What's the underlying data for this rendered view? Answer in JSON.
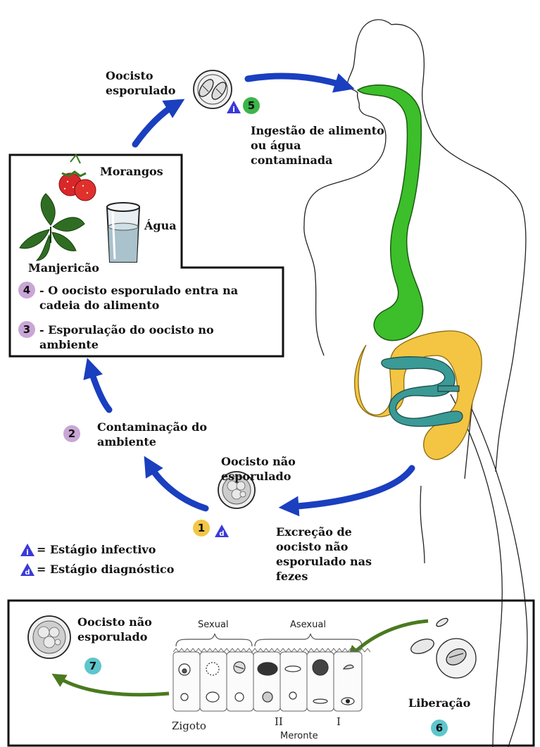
{
  "colors": {
    "cycle_arrow": "#1a3fbf",
    "tract_green": "#3cbf2a",
    "colon_yellow": "#f4c542",
    "small_intestine_teal": "#3a9a96",
    "release_arrow": "#4a7a1e",
    "badge_purple": "#c9a6d6",
    "badge_yellow": "#f2c744",
    "badge_green": "#3cb54a",
    "badge_cyan": "#5ec6cc",
    "triangle_blue": "#3a3ad9"
  },
  "labels": {
    "sporulated_oocyst": "Oocisto esporulado",
    "ingestion": "Ingestão de alimento ou água contaminada",
    "strawberries": "Morangos",
    "water": "Água",
    "basil": "Manjericão",
    "step4": "- O oocisto esporulado entra na cadeia do alimento",
    "step3": "- Esporulação do oocisto no ambiente",
    "contamination": "Contaminação do ambiente",
    "unsporulated_oocyst": "Oocisto não esporulado",
    "excretion": "Excreção de oocisto não esporulado nas fezes",
    "legend_infective": "= Estágio infectivo",
    "legend_diagnostic": "= Estágio diagnóstico",
    "bottom_oocyst": "Oocisto não esporulado",
    "sexual": "Sexual",
    "asexual": "Asexual",
    "release": "Liberação",
    "zygote": "Zigoto",
    "roman_two": "II",
    "roman_one": "I",
    "meront": "Meronte"
  },
  "badges": {
    "b1": "1",
    "b2": "2",
    "b3": "3",
    "b4": "4",
    "b5": "5",
    "b6": "6",
    "b7": "7",
    "tri_i": "i",
    "tri_d": "d"
  }
}
